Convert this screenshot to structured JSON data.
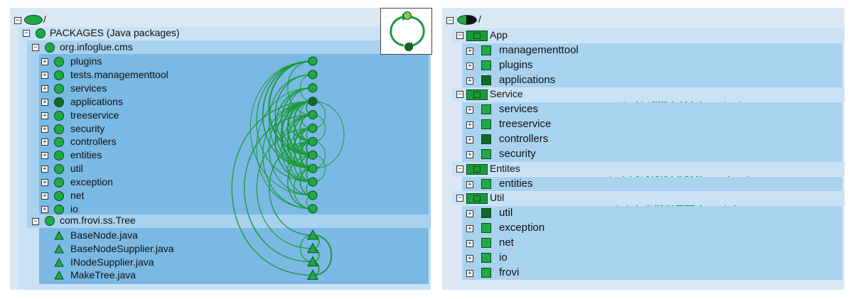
{
  "left": {
    "root_label": "/",
    "packages_label": "PACKAGES (Java packages)",
    "org_label": "org.infoglue.cms",
    "org_items": [
      "plugins",
      "tests.managementtool",
      "services",
      "applications",
      "treeservice",
      "security",
      "controllers",
      "entities",
      "util",
      "exception",
      "net",
      "io"
    ],
    "frovi_label": "com.frovi.ss.Tree",
    "frovi_items": [
      "BaseNode.java",
      "BaseNodeSupplier.java",
      "INodeSupplier.java",
      "MakeTree.java"
    ]
  },
  "right": {
    "root_label": "/",
    "groups": [
      {
        "label": "App",
        "items": [
          "managementtool",
          "plugins",
          "applications"
        ]
      },
      {
        "label": "Service",
        "items": [
          "services",
          "treeservice",
          "controllers",
          "security"
        ]
      },
      {
        "label": "Entites",
        "items": [
          "entities"
        ]
      },
      {
        "label": "Util",
        "items": [
          "util",
          "exception",
          "net",
          "io",
          "frovi"
        ]
      }
    ]
  },
  "toggle_glyph": "⊟",
  "expand_glyph": "⊞",
  "colors": {
    "node_green": "#1faa45",
    "node_dark": "#13692b",
    "node_light": "#7ccd55",
    "edge_green": "#1c9a3a",
    "edge_red": "#d9331f",
    "band_dark": "#79b9e4",
    "band_mid": "#a9d2ef",
    "band_light": "#c9e2f6"
  }
}
